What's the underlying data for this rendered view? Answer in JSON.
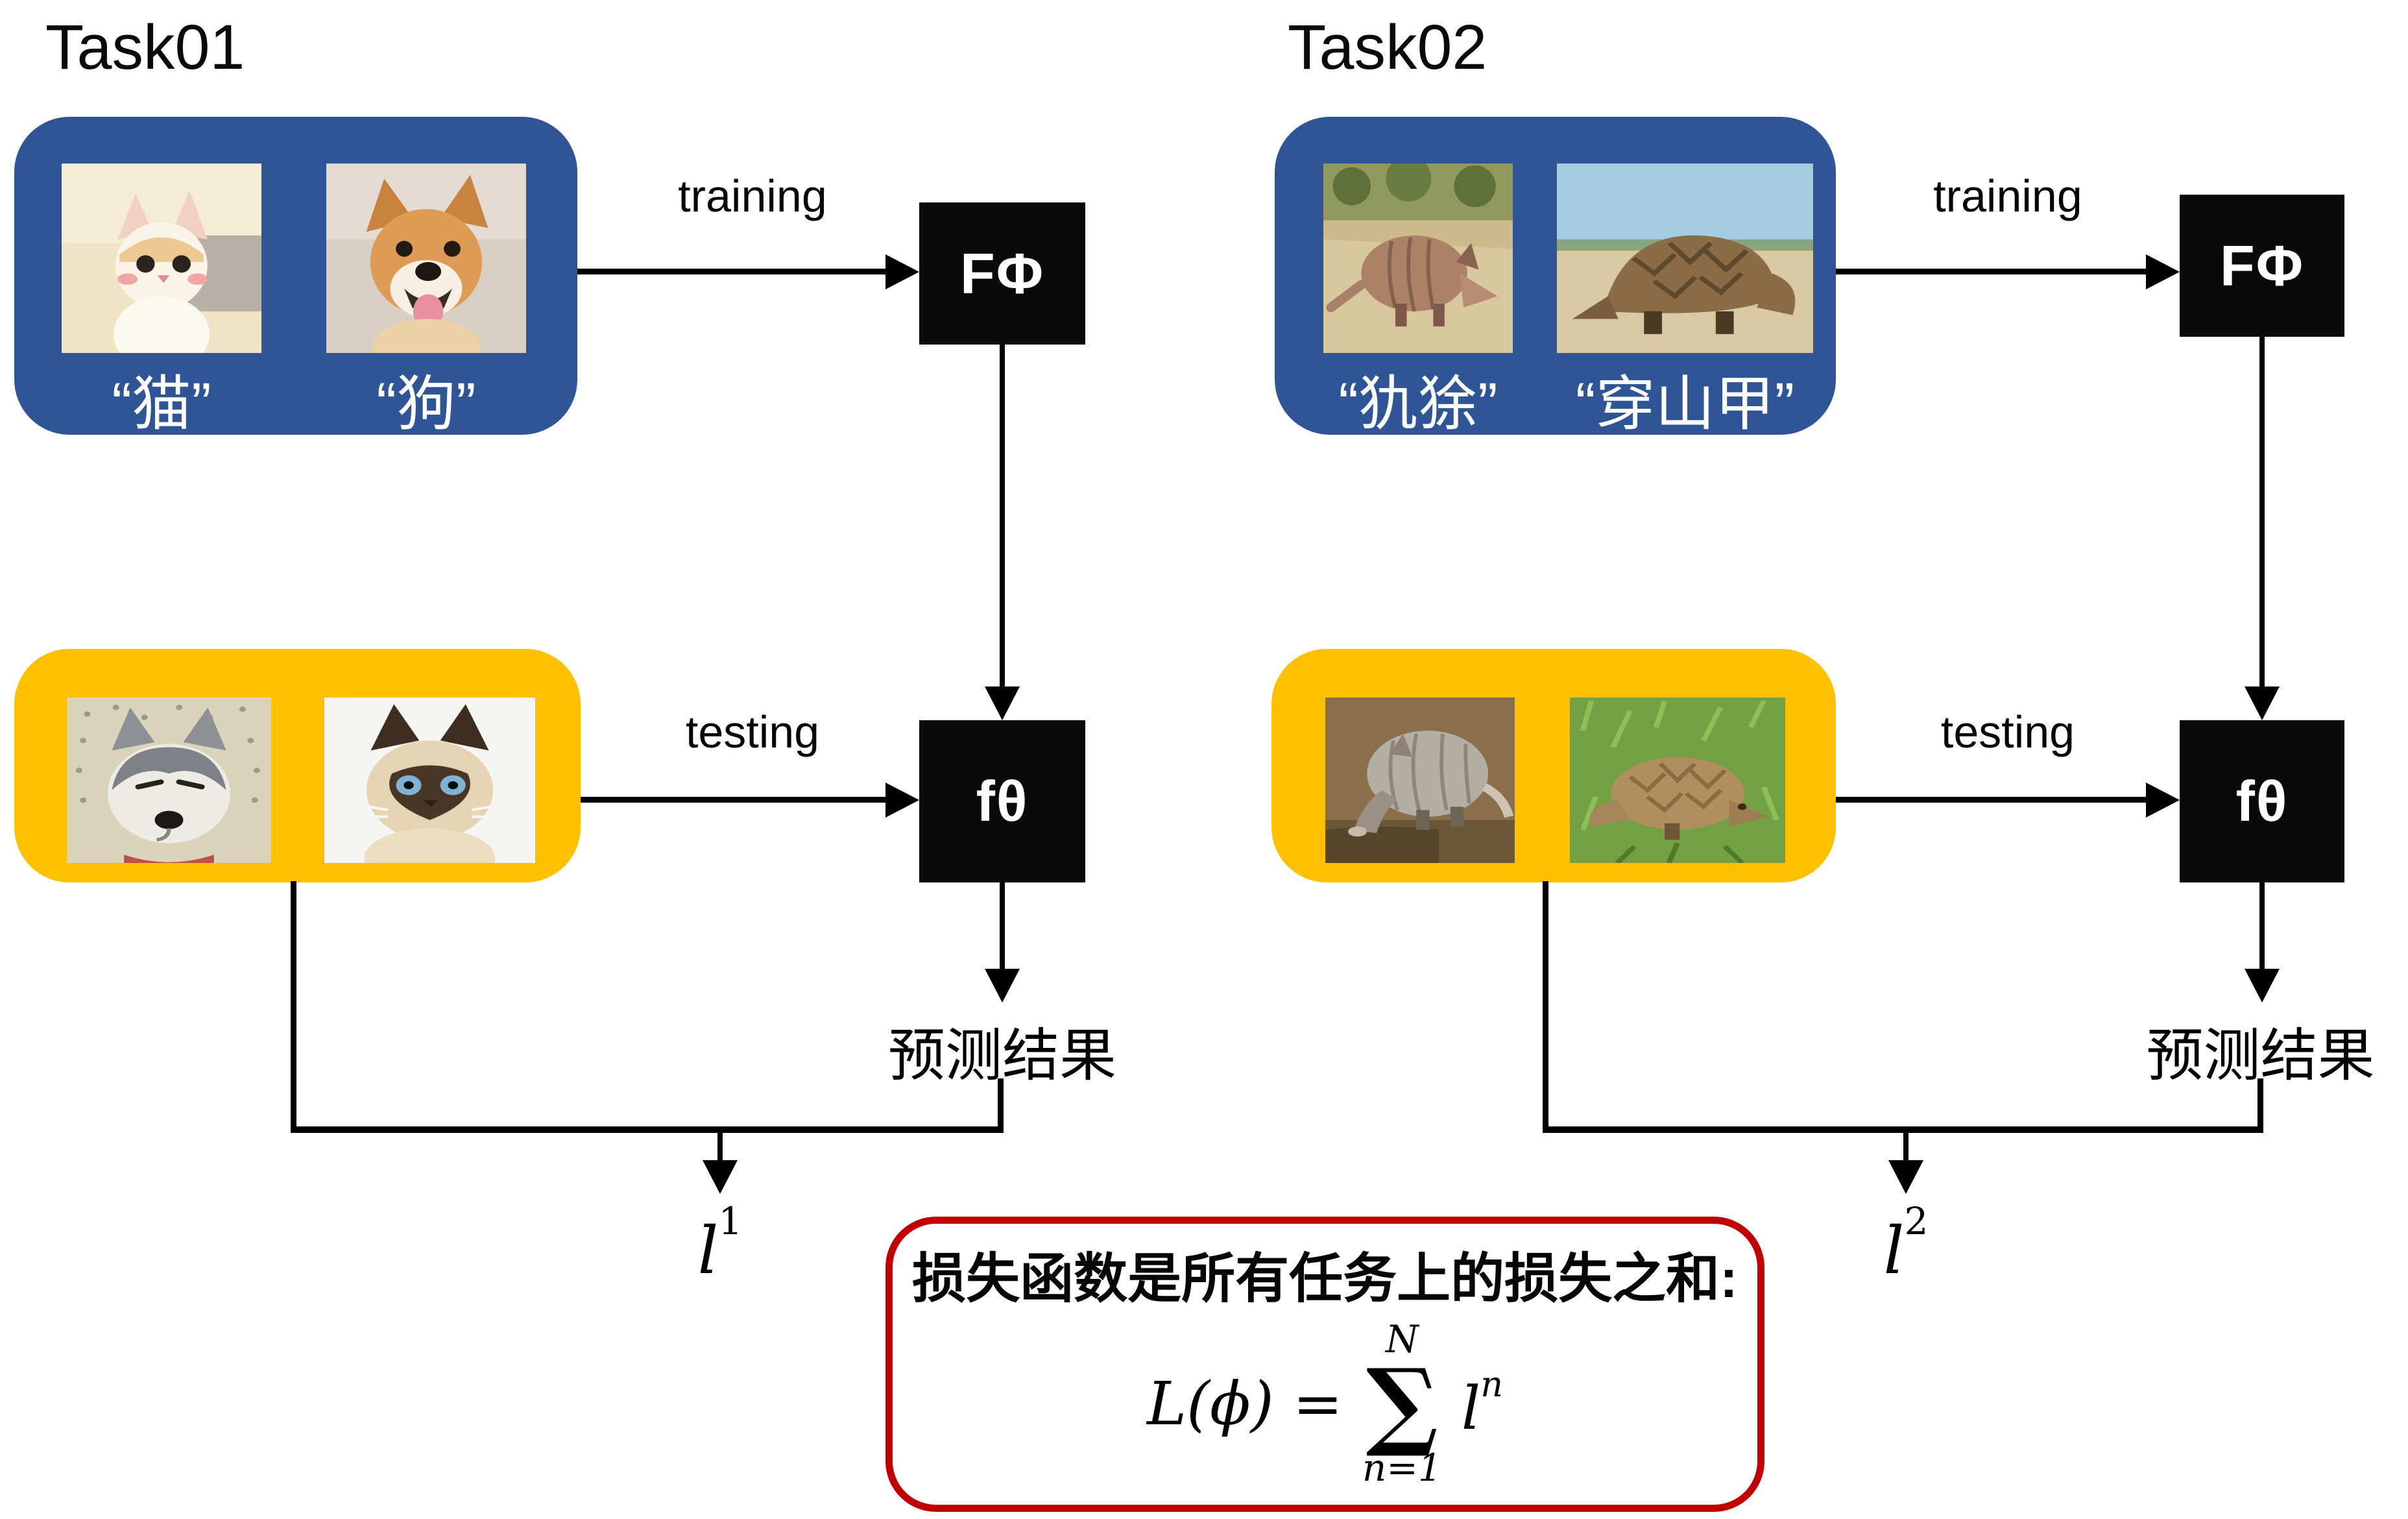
{
  "colors": {
    "train_box": "#2F5597",
    "test_box": "#FFC000",
    "model_box": "#0A0A0A",
    "loss_border": "#C00000",
    "line": "#000000"
  },
  "tasks": [
    {
      "title": "Task01",
      "train_arrow_label": "training",
      "test_arrow_label": "testing",
      "meta_model_label": "FΦ",
      "adapted_model_label": "fθ",
      "prediction_label": "预测结果",
      "loss_base": "l",
      "loss_sup": "1",
      "train_images": [
        {
          "icon": "cat-photo",
          "label": "“猫”"
        },
        {
          "icon": "dog-photo",
          "label": "“狗”"
        }
      ],
      "test_images": [
        {
          "icon": "husky-photo"
        },
        {
          "icon": "siamese-cat-photo"
        }
      ]
    },
    {
      "title": "Task02",
      "train_arrow_label": "training",
      "test_arrow_label": "testing",
      "meta_model_label": "FΦ",
      "adapted_model_label": "fθ",
      "prediction_label": "预测结果",
      "loss_base": "l",
      "loss_sup": "2",
      "train_images": [
        {
          "icon": "armadillo-photo",
          "label": "“犰狳”"
        },
        {
          "icon": "pangolin-photo",
          "label": "“穿山甲”"
        }
      ],
      "test_images": [
        {
          "icon": "armadillo-photo-2"
        },
        {
          "icon": "pangolin-photo-2"
        }
      ]
    }
  ],
  "loss_box": {
    "caption": "损失函数是所有任务上的损失之和:",
    "formula": {
      "lhs": "L(ϕ) =",
      "sum_upper": "N",
      "sum_symbol": "∑",
      "sum_lower": "n=1",
      "term_base": "l",
      "term_sup": "n"
    }
  }
}
